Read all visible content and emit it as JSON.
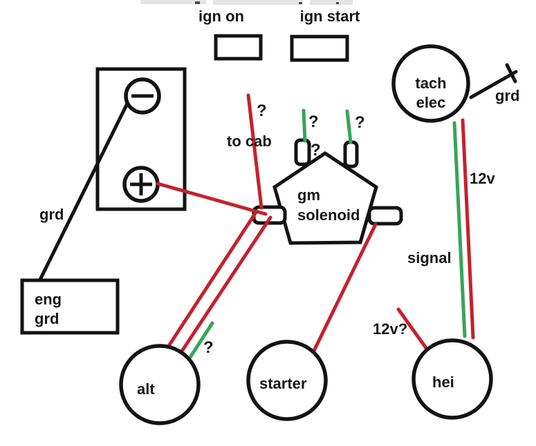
{
  "colors": {
    "red": "#c5212c",
    "green": "#35a558",
    "black": "#161616"
  },
  "switches": {
    "ign_on": "ign on",
    "ign_start": "ign start"
  },
  "battery": {
    "grd_label": "grd"
  },
  "eng_grd": {
    "line1": "eng",
    "line2": "grd"
  },
  "solenoid": {
    "line1": "gm",
    "line2": "solenoid",
    "terminal_question": "?",
    "top_left_question": "?",
    "top_right_question": "?"
  },
  "tach": {
    "line1": "tach",
    "line2": "elec",
    "grd_label": "grd"
  },
  "wires": {
    "to_cab_label": "to cab",
    "to_cab_question": "?",
    "v12_label": "12v",
    "signal_label": "signal",
    "hei_v12_question": "12v?",
    "alt_question": "?"
  },
  "components": {
    "alt": "alt",
    "starter": "starter",
    "hei": "hei"
  }
}
